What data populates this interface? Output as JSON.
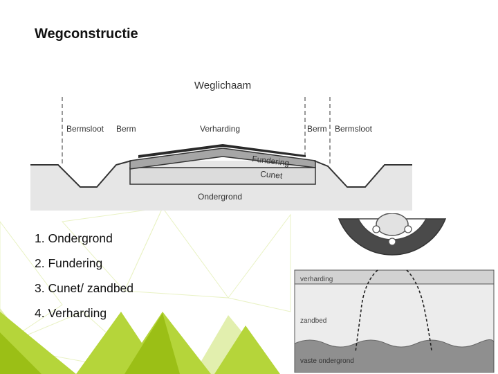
{
  "slide": {
    "title": "Wegconstructie"
  },
  "road_section": {
    "top_label": "Weglichaam",
    "labels": {
      "bermsloot_left": "Bermsloot",
      "berm_left": "Berm",
      "verharding": "Verharding",
      "berm_right": "Berm",
      "bermsloot_right": "Bermsloot",
      "fundering": "Fundering",
      "cunet": "Cunet",
      "ondergrond": "Ondergrond"
    }
  },
  "layer_list": [
    "1. Ondergrond",
    "2. Fundering",
    "3. Cunet/ zandbed",
    "4. Verharding"
  ],
  "load_diagram": {
    "labels": {
      "verharding": "verharding",
      "zandbed": "zandbed",
      "vaste_ondergrond": "vaste ondergrond"
    }
  },
  "colors": {
    "accent_green": "#a3c614",
    "ground_gray": "#e6e6e6",
    "layer_gray": "#a6a6a6",
    "asphalt": "#2a2a2a",
    "tire": "#4a4a4a"
  }
}
